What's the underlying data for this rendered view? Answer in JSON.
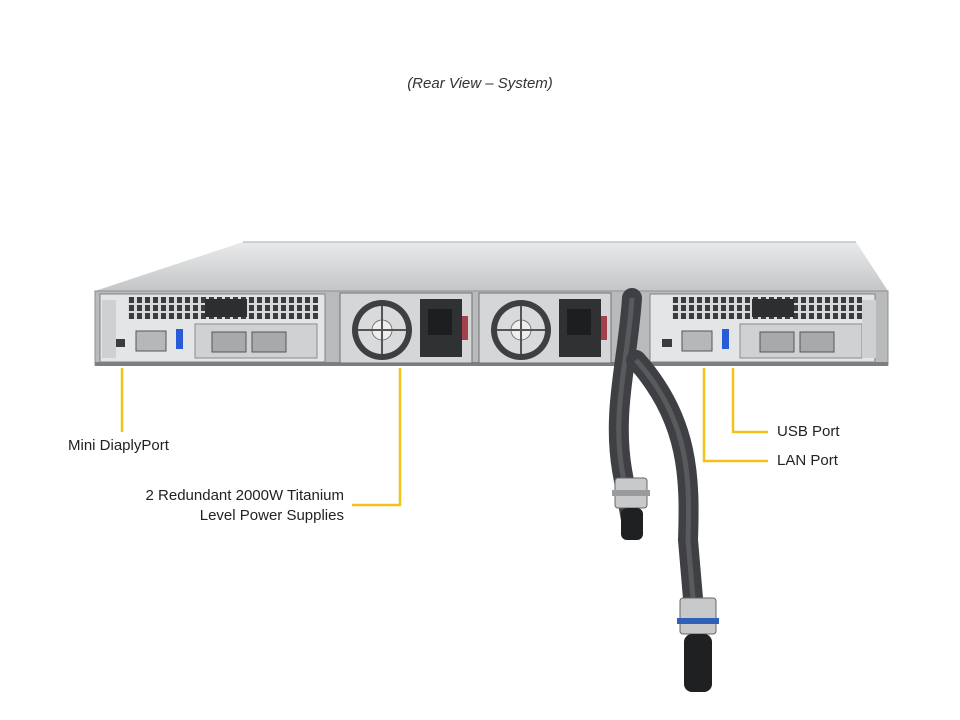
{
  "caption": "(Rear View – System)",
  "callouts": {
    "mini_displayport": "Mini DiaplyPort",
    "power_line1": "2 Redundant 2000W Titanium",
    "power_line2": "Level Power Supplies",
    "usb_port": "USB Port",
    "lan_port": "LAN Port"
  },
  "colors": {
    "leader": "#f2c21b",
    "chassis": "#c9cbcd",
    "panel": "#5a5d60",
    "hose": "#4a4c4f"
  }
}
